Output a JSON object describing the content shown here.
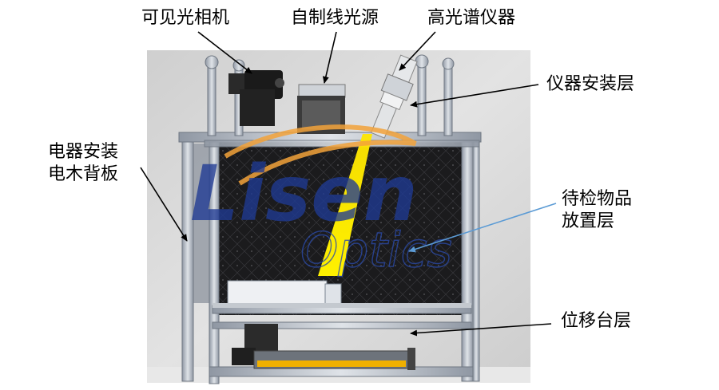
{
  "labels": {
    "camera": "可见光相机",
    "light_source": "自制线光源",
    "hyperspectral": "高光谱仪器",
    "instrument_layer": "仪器安装层",
    "backboard": [
      "电器安装",
      "电木背板"
    ],
    "sample_layer": [
      "待检物品",
      "放置层"
    ],
    "stage_layer": "位移台层"
  },
  "watermark": {
    "main": "Lisen",
    "sub": "Optics"
  },
  "colors": {
    "background": "#ffffff",
    "render_bg": "#d9d9d9",
    "frame": "#b9c0c9",
    "backboard": "#1d1d1f",
    "beam": "#ffee00",
    "watermark_main": "#1f3a93",
    "watermark_swoosh": "#f2a23a",
    "annotation_text": "#000000",
    "leader_line": "#000000",
    "sample_leader": "#5b9bd5"
  }
}
